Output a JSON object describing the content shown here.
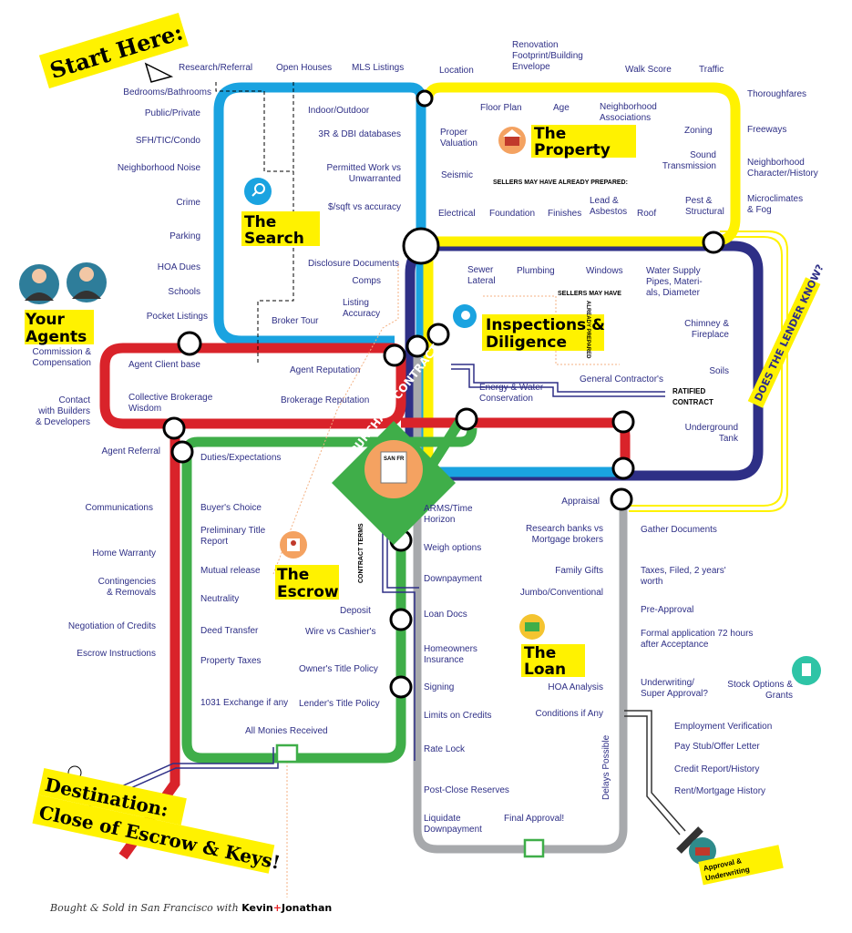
{
  "start_here": "Start Here:",
  "destination": [
    "Destination:",
    "Close of Escrow & Keys!"
  ],
  "does_lender_know": "DOES THE LENDER KNOW?",
  "purchase_contract": "PURCHASE CONTRACT",
  "contract_terms": "CONTRACT TERMS",
  "san_fr": "SAN FR",
  "lines": {
    "search": {
      "title": [
        "The",
        "Search"
      ],
      "color": "#1aa3e0"
    },
    "property": {
      "title": [
        "The",
        "Property"
      ],
      "color": "#fff200"
    },
    "inspections": {
      "title": [
        "Inspections &",
        "Diligence"
      ],
      "color": "#2e2f86"
    },
    "agents": {
      "title": [
        "Your",
        "Agents"
      ],
      "color": "#d9232a"
    },
    "escrow": {
      "title": [
        "The",
        "Escrow"
      ],
      "color": "#3fae49"
    },
    "loan": {
      "title": [
        "The",
        "Loan"
      ],
      "color": "#a7a9ac"
    }
  },
  "approval": [
    "Approval &",
    "Underwriting"
  ],
  "footer": {
    "prefix": "Bought & Sold in San Francisco with",
    "name1": "Kevin",
    "plus": "+",
    "name2": "Jonathan"
  },
  "labels": {
    "research_referral": "Research/Referral",
    "open_houses": "Open Houses",
    "mls_listings": "MLS Listings",
    "location": "Location",
    "renovation": [
      "Renovation",
      "Footprint/Building",
      "Envelope"
    ],
    "walk_score": "Walk Score",
    "traffic": "Traffic",
    "bedrooms": "Bedrooms/Bathrooms",
    "public_private": "Public/Private",
    "sfh": "SFH/TIC/Condo",
    "neighborhood_noise": "Neighborhood Noise",
    "crime": "Crime",
    "parking": "Parking",
    "hoa_dues": "HOA Dues",
    "schools": "Schools",
    "pocket_listings": "Pocket Listings",
    "indoor_outdoor": "Indoor/Outdoor",
    "dbi": "3R & DBI databases",
    "permitted": [
      "Permitted Work vs",
      "Unwarranted"
    ],
    "sqft": "$/sqft vs accuracy",
    "disclosure": "Disclosure Documents",
    "comps": "Comps",
    "listing_accuracy": [
      "Listing",
      "Accuracy"
    ],
    "broker_tour": "Broker Tour",
    "floor_plan": "Floor Plan",
    "age": "Age",
    "neighborhood_assoc": [
      "Neighborhood",
      "Associations"
    ],
    "thoroughfares": "Thoroughfares",
    "proper_valuation": [
      "Proper",
      "Valuation"
    ],
    "zoning": "Zoning",
    "freeways": "Freeways",
    "sound": [
      "Sound",
      "Transmission"
    ],
    "neighborhood_char": [
      "Neighborhood",
      "Character/History"
    ],
    "seismic": "Seismic",
    "sellers_prepared": "SELLERS MAY HAVE ALREADY PREPARED:",
    "microclimates": [
      "Microclimates",
      "& Fog"
    ],
    "electrical": "Electrical",
    "foundation": "Foundation",
    "finishes": "Finishes",
    "lead": [
      "Lead &",
      "Asbestos"
    ],
    "roof": "Roof",
    "pest": [
      "Pest &",
      "Structural"
    ],
    "sewer": [
      "Sewer",
      "Lateral"
    ],
    "plumbing": "Plumbing",
    "windows": "Windows",
    "water_supply": [
      "Water Supply",
      "Pipes, Materi-",
      "als, Diameter"
    ],
    "sellers_may_have": "SELLERS MAY HAVE",
    "already_prepared": "ALREADY PREPARED",
    "chimney": [
      "Chimney &",
      "Fireplace"
    ],
    "soils": "Soils",
    "general_contractor": "General Contractor's",
    "ratified": [
      "RATIFIED",
      "CONTRACT"
    ],
    "energy": [
      "Energy & Water",
      "Conservation"
    ],
    "underground": [
      "Underground",
      "Tank"
    ],
    "commission": [
      "Commission &",
      "Compensation"
    ],
    "agent_client": "Agent Client base",
    "agent_reputation": "Agent Reputation",
    "contact_builders": [
      "Contact",
      "with Builders",
      "& Developers"
    ],
    "collective": [
      "Collective Brokerage",
      "Wisdom"
    ],
    "brokerage_rep": "Brokerage Reputation",
    "agent_referral": "Agent Referral",
    "duties": "Duties/Expectations",
    "communications": "Communications",
    "buyers_choice": "Buyer's Choice",
    "prelim_title": [
      "Preliminary Title",
      "Report"
    ],
    "home_warranty": "Home Warranty",
    "mutual_release": "Mutual release",
    "contingencies": [
      "Contingencies",
      "& Removals"
    ],
    "neutrality": "Neutrality",
    "negotiation": "Negotiation of Credits",
    "deed_transfer": "Deed Transfer",
    "wire": "Wire vs Cashier's",
    "deposit": "Deposit",
    "escrow_instructions": "Escrow Instructions",
    "property_taxes": "Property Taxes",
    "owners_title": "Owner's Title Policy",
    "exchange": "1031 Exchange if any",
    "lenders_title": "Lender's Title Policy",
    "all_monies": "All Monies Received",
    "arms": [
      "ARMS/Time",
      "Horizon"
    ],
    "weigh_options": "Weigh options",
    "downpayment": "Downpayment",
    "loan_docs": "Loan Docs",
    "homeowners_ins": [
      "Homeowners",
      "Insurance"
    ],
    "signing": "Signing",
    "limits_credits": "Limits on Credits",
    "rate_lock": "Rate Lock",
    "post_close": "Post-Close Reserves",
    "liquidate": [
      "Liquidate",
      "Downpayment"
    ],
    "final_approval": "Final Approval!",
    "appraisal": "Appraisal",
    "research_banks": [
      "Research banks vs",
      "Mortgage brokers"
    ],
    "gather_docs": "Gather Documents",
    "family_gifts": "Family Gifts",
    "taxes_filed": [
      "Taxes, Filed, 2 years'",
      "worth"
    ],
    "jumbo": "Jumbo/Conventional",
    "pre_approval": "Pre-Approval",
    "formal_app": [
      "Formal application 72 hours",
      "after Acceptance"
    ],
    "hoa_analysis": "HOA Analysis",
    "underwriting": [
      "Underwriting/",
      "Super Approval?"
    ],
    "stock_options": [
      "Stock Options &",
      "Grants"
    ],
    "conditions": "Conditions if Any",
    "delays": "Delays Possible",
    "employment": "Employment Verification",
    "paystub": "Pay Stub/Offer Letter",
    "credit_report": "Credit Report/History",
    "rent_history": "Rent/Mortgage History"
  }
}
